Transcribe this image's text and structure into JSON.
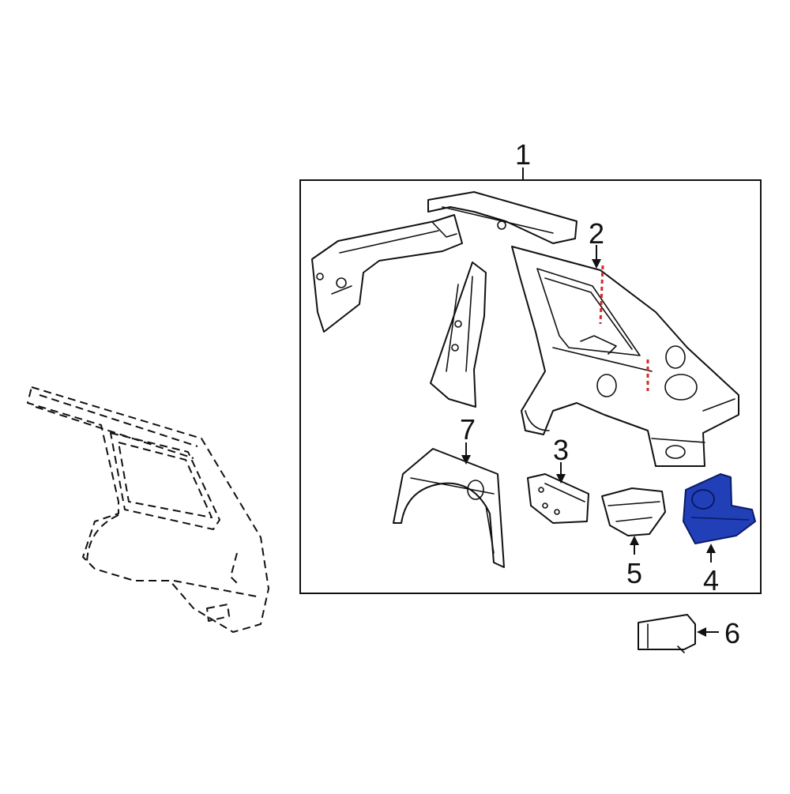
{
  "diagram": {
    "callouts": [
      {
        "id": "1",
        "label": "1"
      },
      {
        "id": "2",
        "label": "2"
      },
      {
        "id": "3",
        "label": "3"
      },
      {
        "id": "4",
        "label": "4"
      },
      {
        "id": "5",
        "label": "5"
      },
      {
        "id": "6",
        "label": "6"
      },
      {
        "id": "7",
        "label": "7"
      }
    ],
    "colors": {
      "highlight": "#2140B8",
      "highlight_stroke": "#0B1A66",
      "weld_marks": "#D42A2A",
      "lines": "#111111",
      "background": "#FFFFFF"
    }
  }
}
